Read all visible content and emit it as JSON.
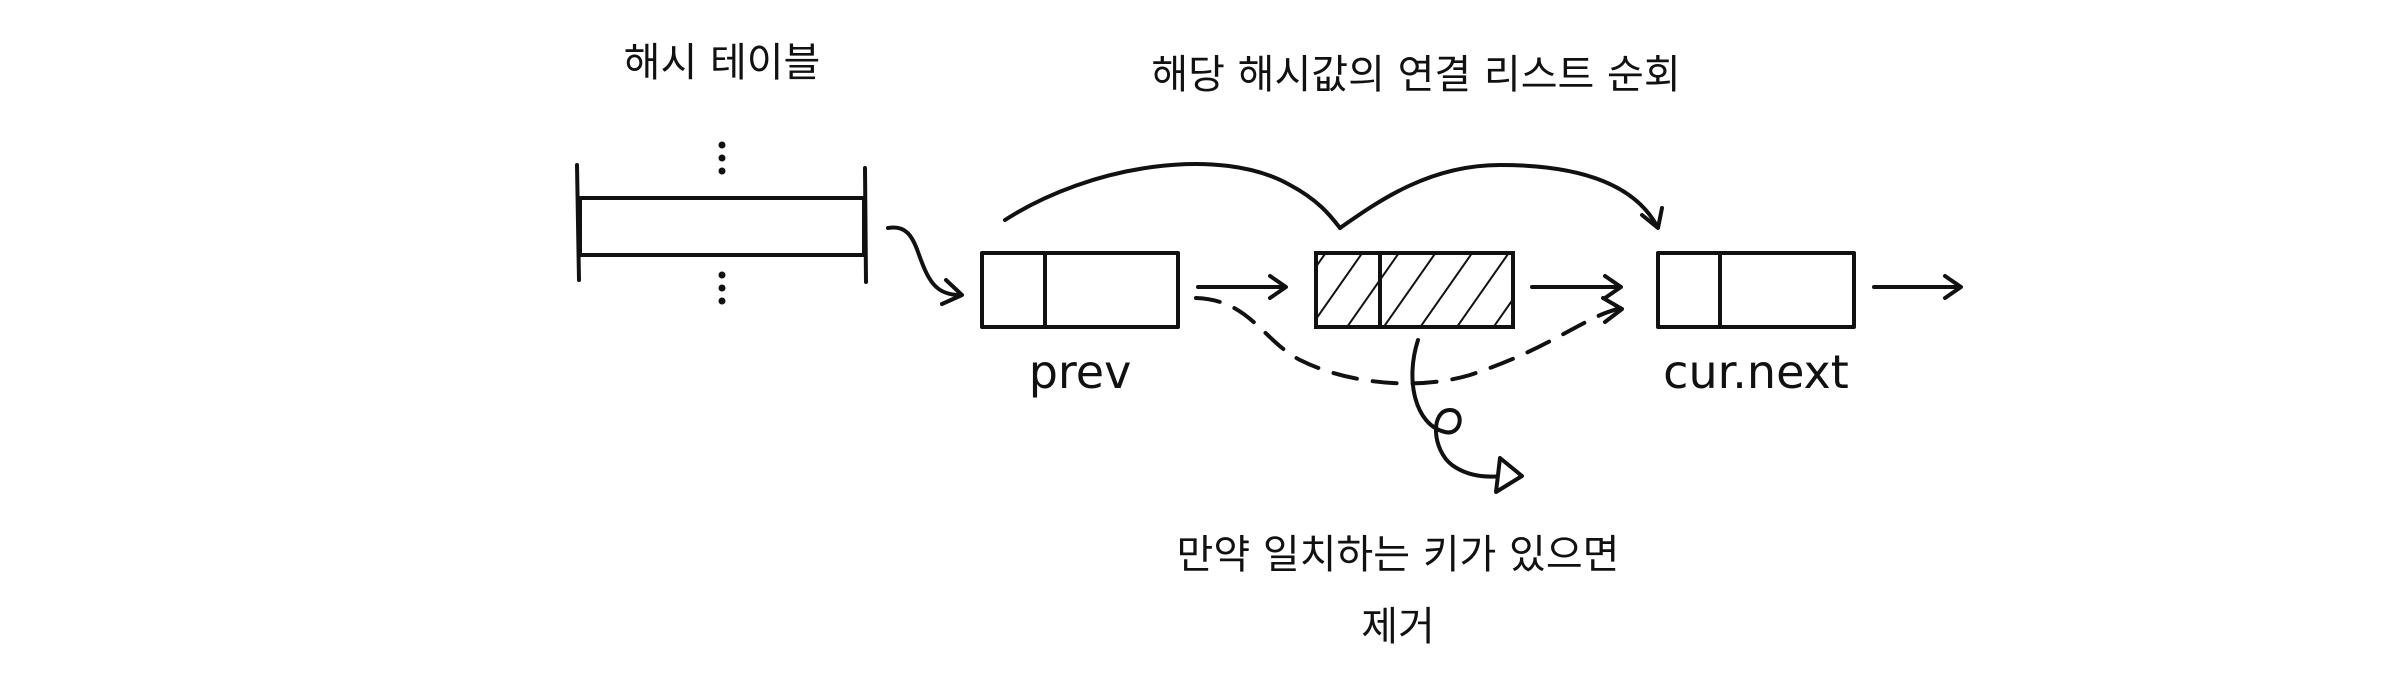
{
  "labels": {
    "hash_table": "해시 테이블",
    "traverse": "해당 해시값의 연결 리스트 순회",
    "prev": "prev",
    "cur_next": "cur.next",
    "remove_line1": "만약 일치하는 키가 있으면",
    "remove_line2": "제거"
  },
  "colors": {
    "ink": "#111111",
    "background": "#ffffff"
  }
}
